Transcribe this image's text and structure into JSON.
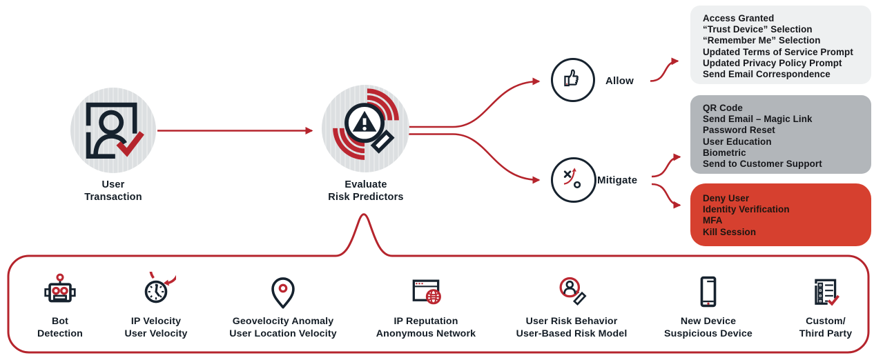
{
  "flow": {
    "user_transaction": {
      "lines": [
        "User",
        "Transaction"
      ]
    },
    "evaluate": {
      "lines": [
        "Evaluate",
        "Risk Predictors"
      ]
    },
    "allow_label": "Allow",
    "mitigate_label": "Mitigate"
  },
  "outcomes": {
    "allow_box": {
      "items": [
        "Access Granted",
        "“Trust Device” Selection",
        "“Remember Me” Selection",
        "Updated Terms of Service Prompt",
        "Updated Privacy Policy Prompt",
        "Send Email Correspondence"
      ]
    },
    "mitigate_box": {
      "items": [
        "QR Code",
        "Send Email – Magic Link",
        "Password Reset",
        "User Education",
        "Biometric",
        "Send to Customer Support"
      ]
    },
    "deny_box": {
      "items": [
        "Deny User",
        "Identity Verification",
        "MFA",
        "Kill Session"
      ]
    }
  },
  "predictors": {
    "items": [
      {
        "icon": "robot-icon",
        "lines": [
          "Bot",
          "Detection"
        ]
      },
      {
        "icon": "velocity-clock-icon",
        "lines": [
          "IP Velocity",
          "User Velocity"
        ]
      },
      {
        "icon": "geolocation-pin-icon",
        "lines": [
          "Geovelocity Anomaly",
          "User Location Velocity"
        ]
      },
      {
        "icon": "ip-reputation-globe-icon",
        "lines": [
          "IP Reputation",
          "Anonymous Network"
        ]
      },
      {
        "icon": "user-risk-magnifier-icon",
        "lines": [
          "User Risk Behavior",
          "User-Based Risk Model"
        ]
      },
      {
        "icon": "device-phone-icon",
        "lines": [
          "New Device",
          "Suspicious Device"
        ]
      },
      {
        "icon": "checklist-icon",
        "lines": [
          "Custom/",
          "Third Party"
        ]
      }
    ]
  },
  "colors": {
    "accent_red": "#b5242c",
    "deny_box_red": "#d6402f",
    "navy": "#16222e",
    "allow_box_gray": "#eef0f1",
    "mitigate_box_gray": "#b2b6ba",
    "node_fill_gray": "#dcdfe1"
  }
}
